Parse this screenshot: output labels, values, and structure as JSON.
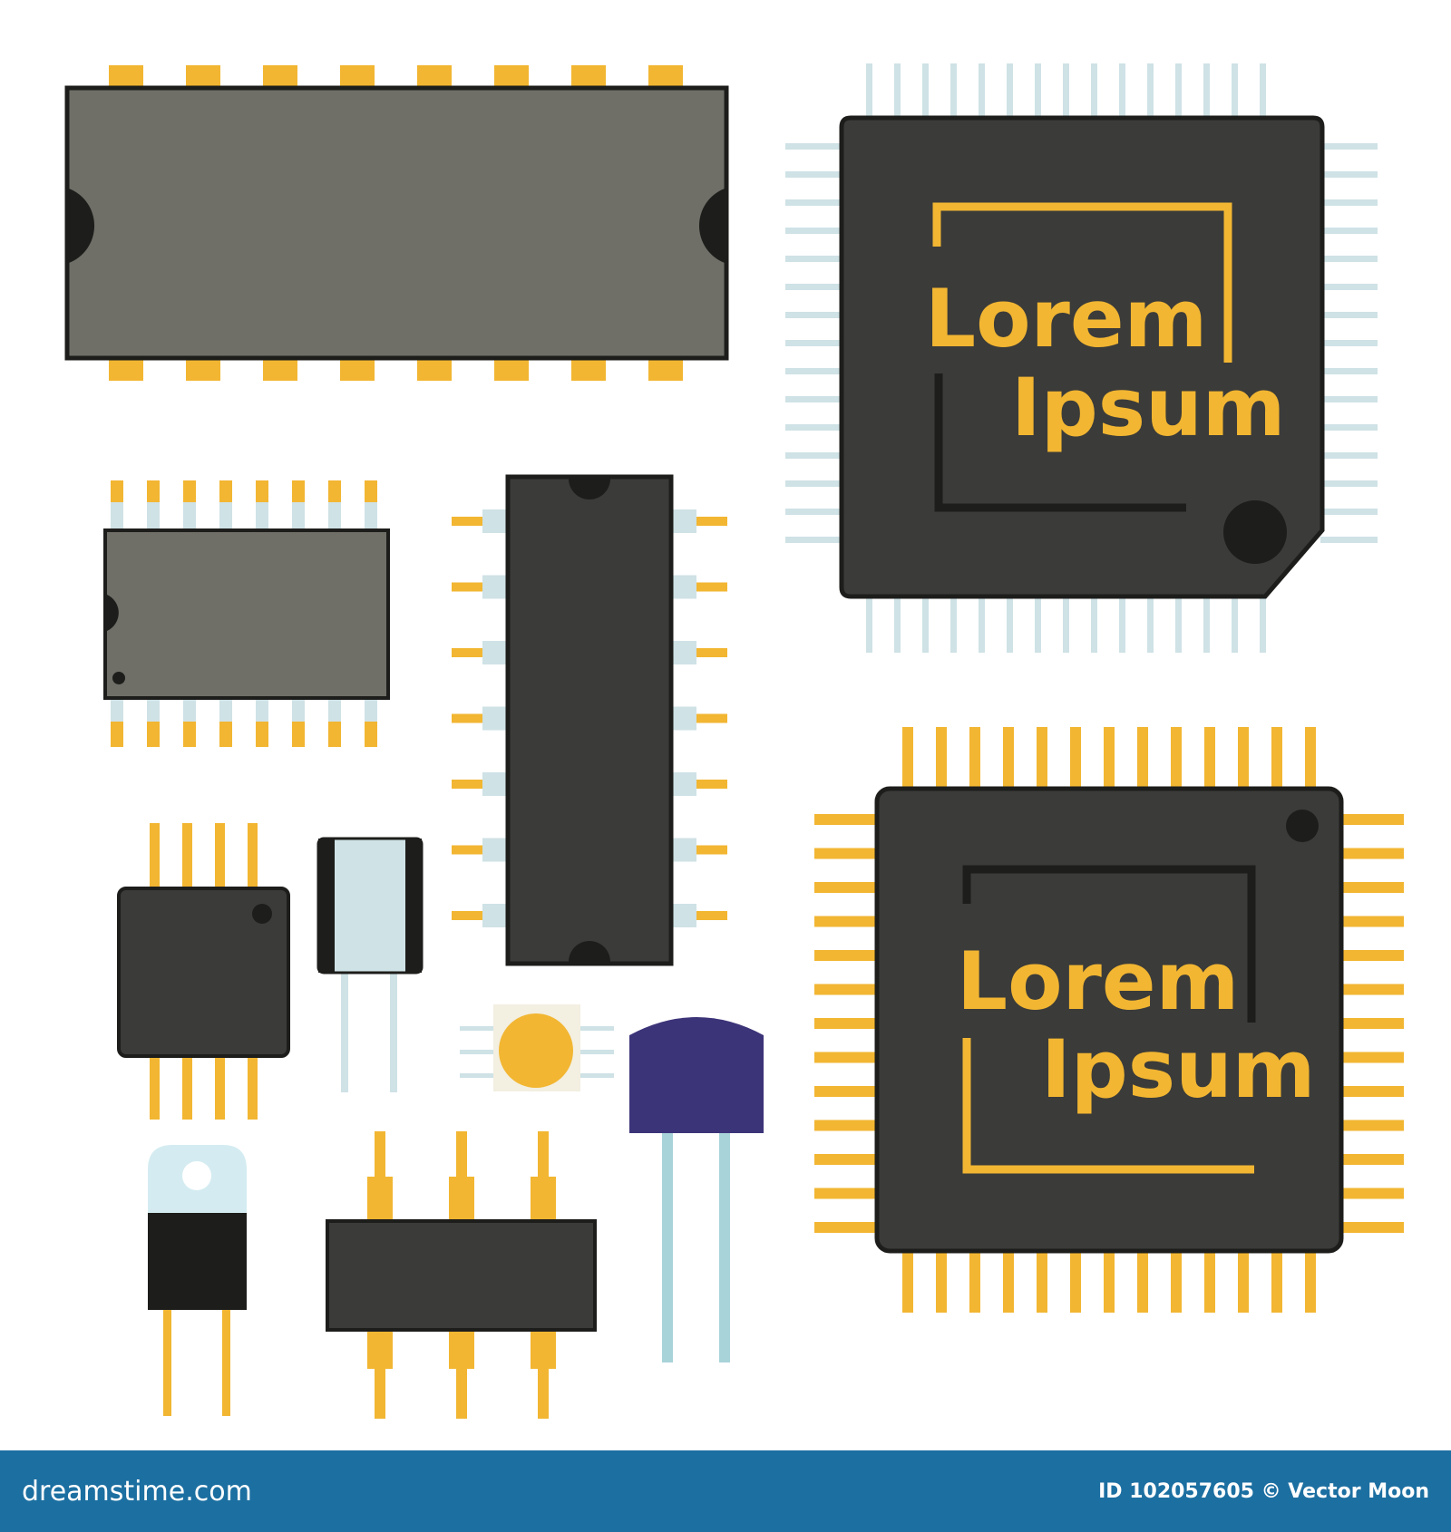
{
  "colors": {
    "background": "#ffffff",
    "chip_dark": "#3b3b39",
    "chip_grey": "#6f6f68",
    "outline": "#1d1d1b",
    "gold": "#f2b632",
    "pale_blue": "#cfe2e6",
    "purple": "#3c3479",
    "footer": "#1c6fa1"
  },
  "chip_top": {
    "line1": "Lorem",
    "line2": "Ipsum"
  },
  "chip_bottom": {
    "line1": "Lorem",
    "line2": "Ipsum"
  },
  "footer": {
    "brand": "dreamstime.com",
    "credit": "ID 102057605 © Vector Moon"
  }
}
